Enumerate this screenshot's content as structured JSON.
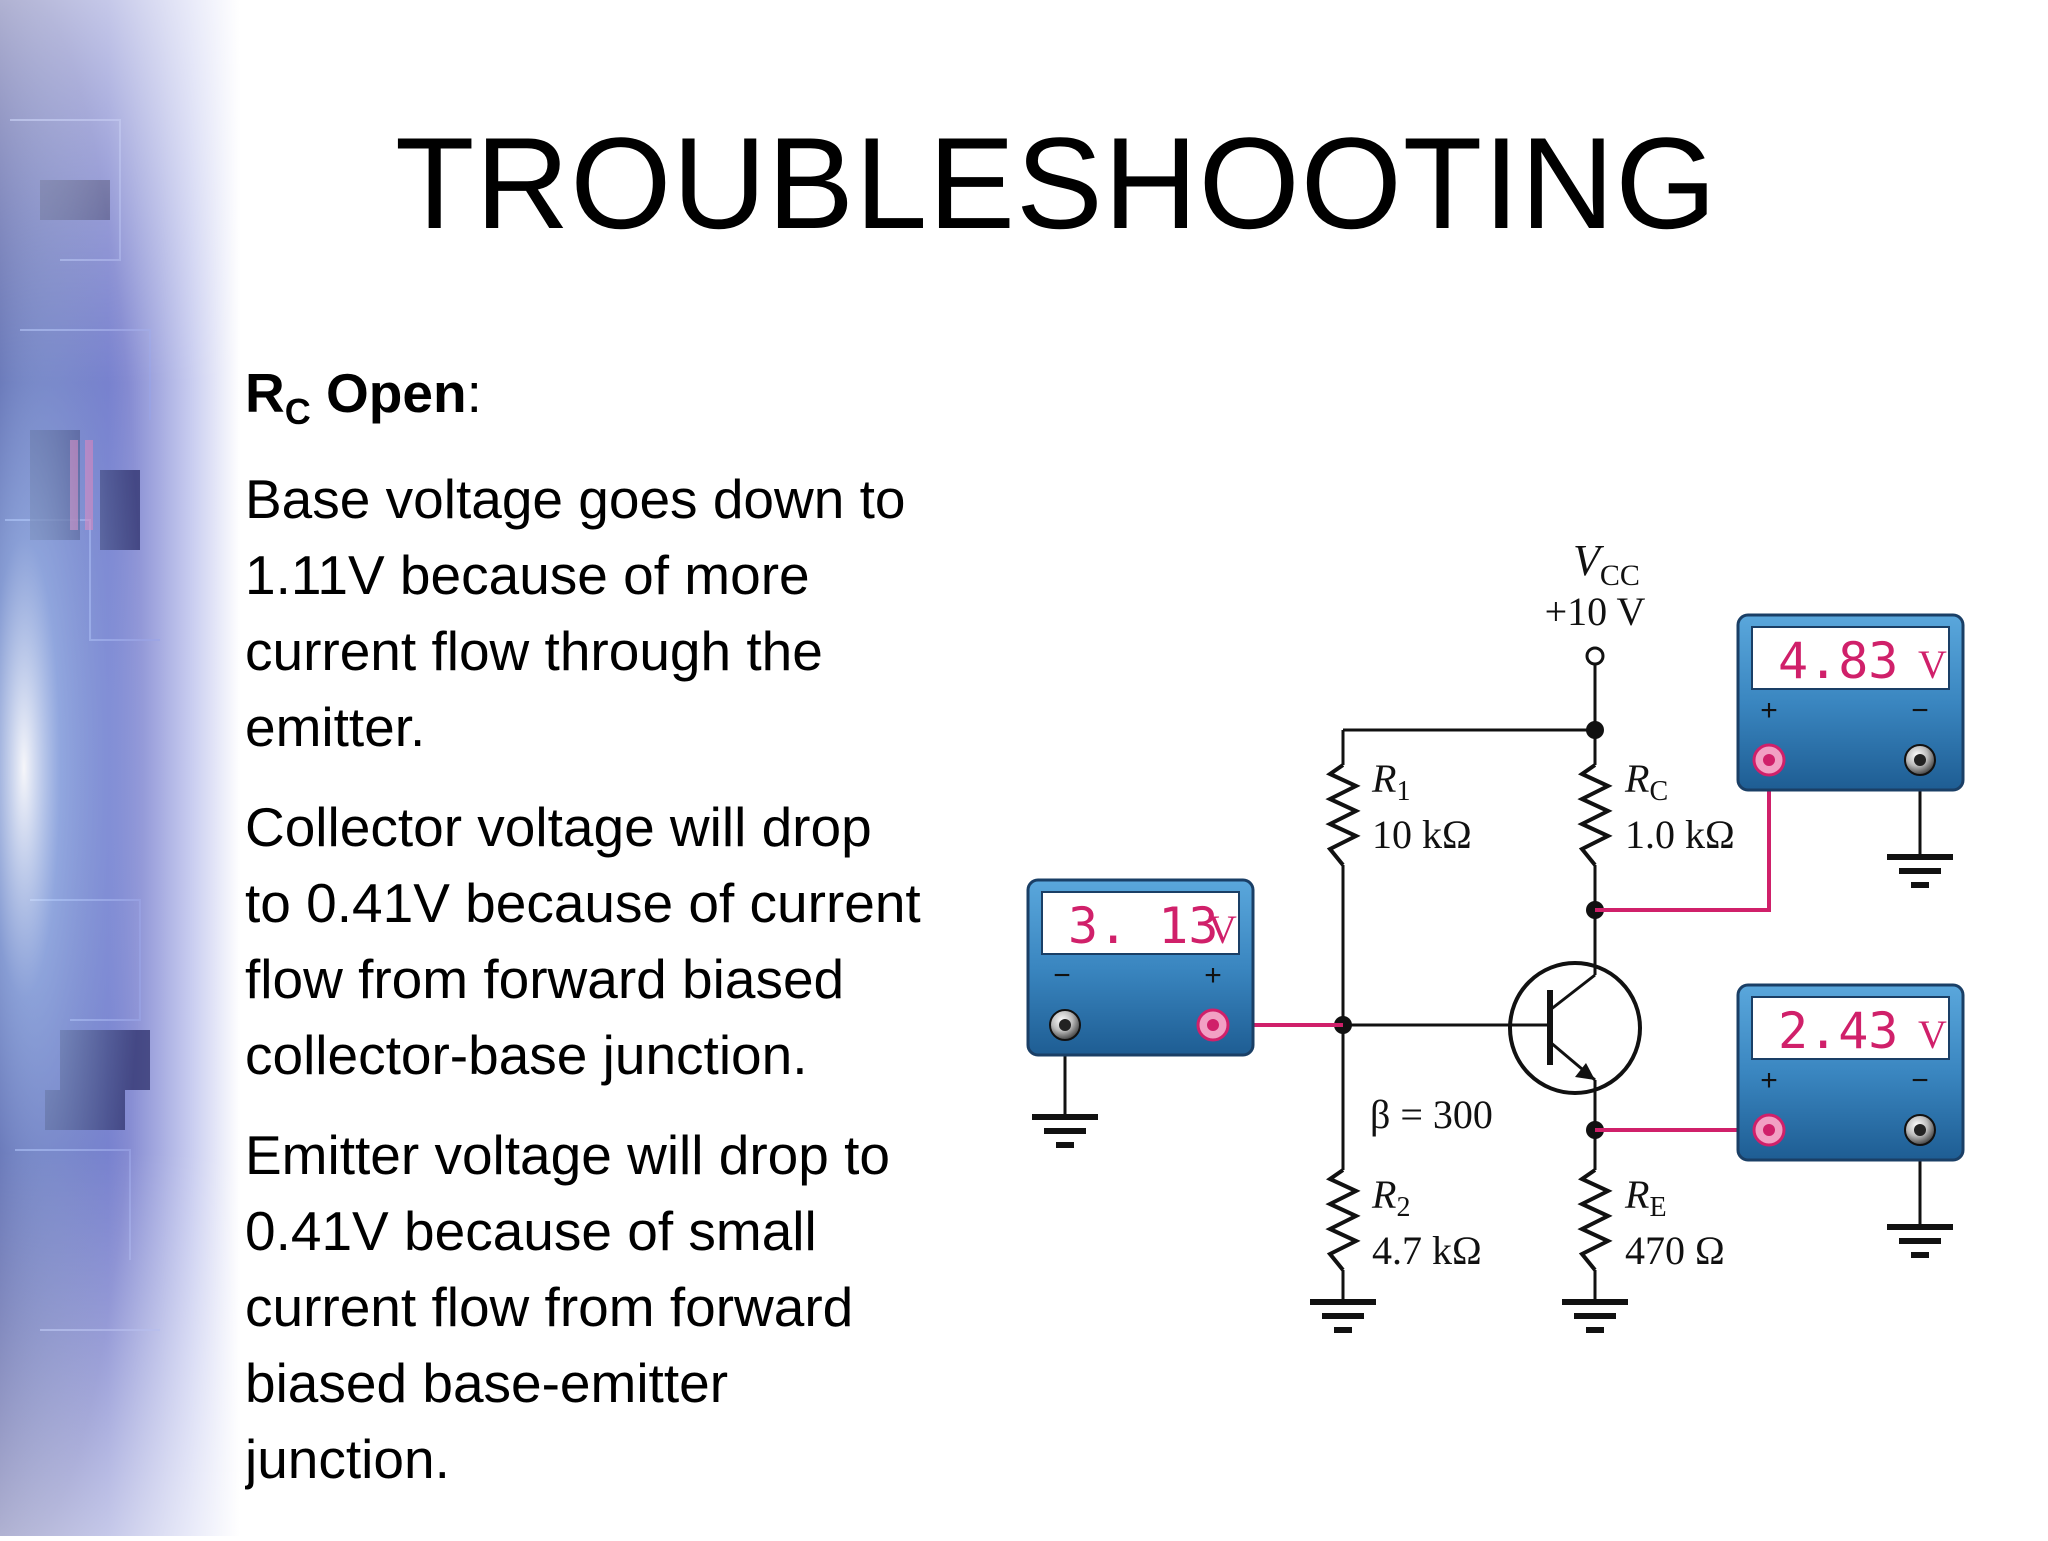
{
  "slide": {
    "title": "TROUBLESHOOTING",
    "heading": {
      "main": "R",
      "sub": "C",
      "rest": " Open",
      "colon": ":"
    },
    "paragraphs": [
      {
        "lines": [
          "Base voltage goes down to",
          "1.11V because of more",
          "current flow through the",
          "emitter."
        ]
      },
      {
        "lines": [
          "Collector voltage will drop",
          "to 0.41V because of current",
          "flow from forward biased",
          "collector-base junction."
        ]
      },
      {
        "lines": [
          "Emitter voltage will drop to",
          "0.41V because of small",
          "current flow from forward",
          "biased base-emitter",
          "junction."
        ]
      }
    ]
  },
  "circuit": {
    "vcc_label": "V",
    "vcc_sub": "CC",
    "vcc_value": "+10 V",
    "r1": {
      "name": "R",
      "sub": "1",
      "value": "10 kΩ"
    },
    "r2": {
      "name": "R",
      "sub": "2",
      "value": "4.7 kΩ"
    },
    "rc": {
      "name": "R",
      "sub": "C",
      "value": "1.0 kΩ"
    },
    "re": {
      "name": "R",
      "sub": "E",
      "value": "470 Ω"
    },
    "beta": "β = 300",
    "meters": {
      "base": {
        "reading": "3. 13",
        "unit": "V",
        "minus": "−",
        "plus": "+"
      },
      "collector": {
        "reading": "4.83",
        "unit": "V",
        "minus": "−",
        "plus": "+"
      },
      "emitter": {
        "reading": "2.43",
        "unit": "V",
        "minus": "−",
        "plus": "+"
      }
    },
    "colors": {
      "probe_wire": "#d0206a",
      "meter_body": "#3a86c0",
      "lcd_bg": "#ffffff"
    }
  }
}
